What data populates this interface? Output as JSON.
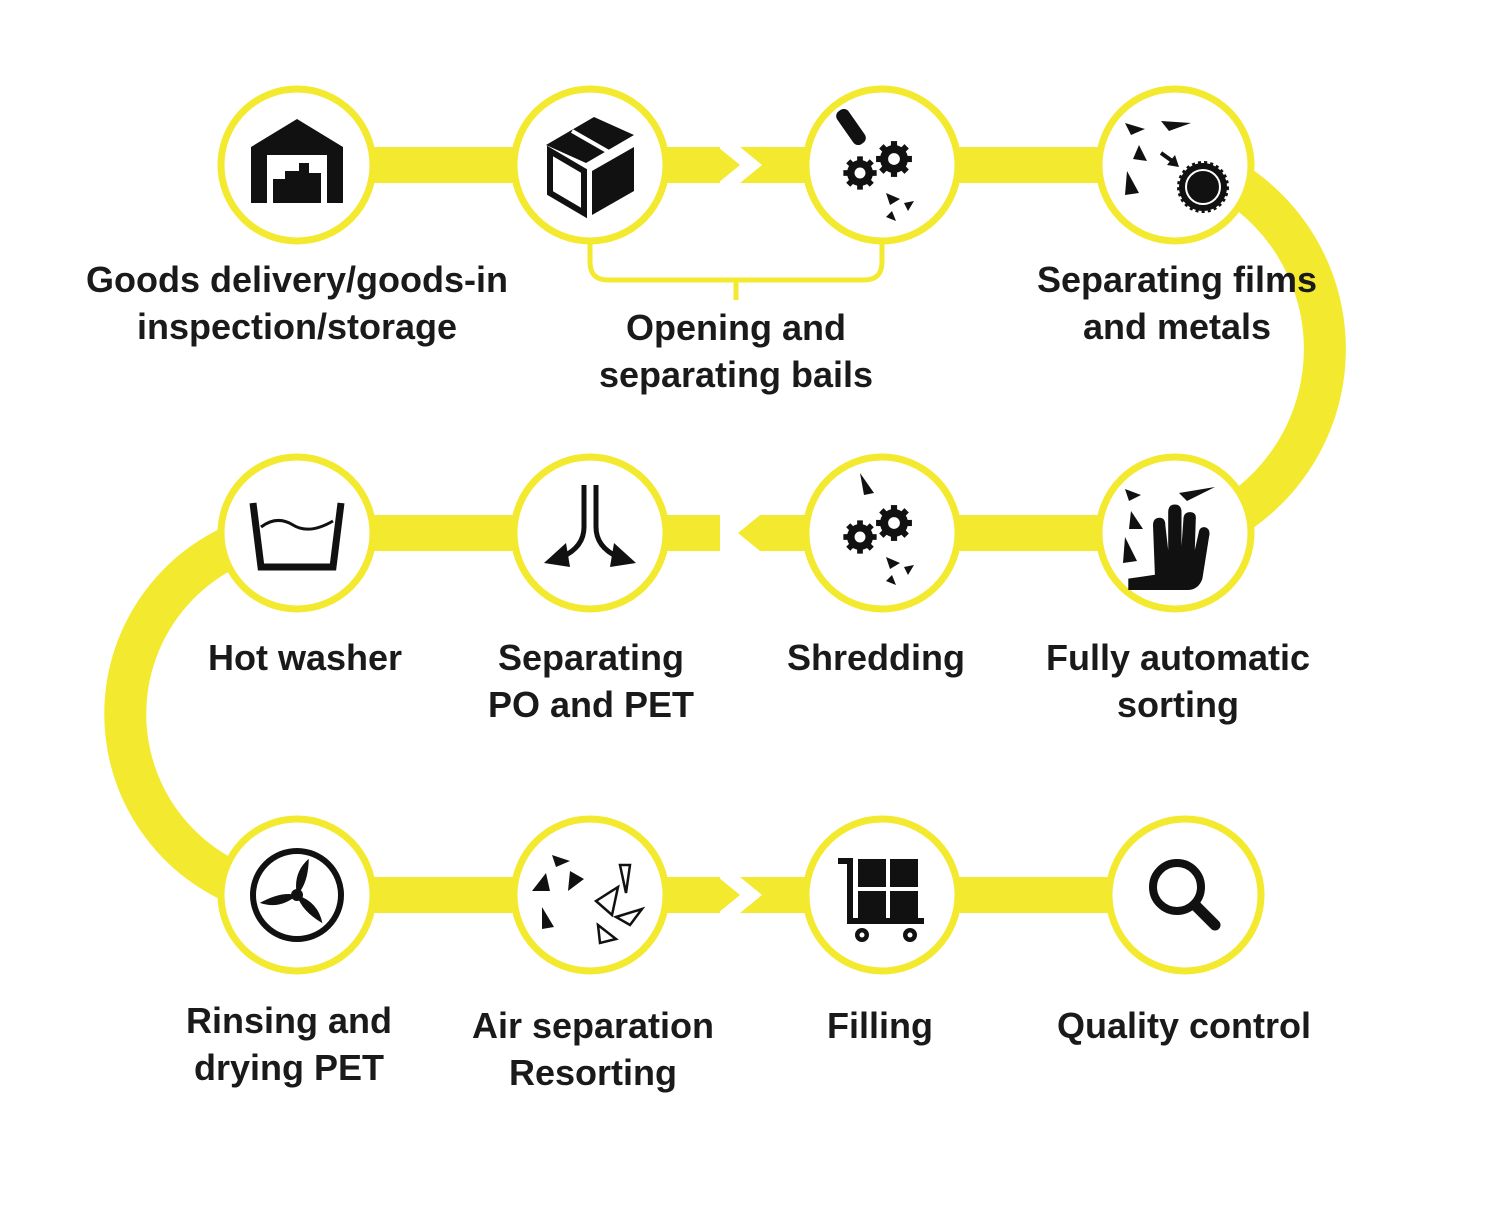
{
  "colors": {
    "path": "#F3E92E",
    "icon": "#111111",
    "text": "#1a1a1a",
    "node_fill": "#ffffff"
  },
  "steps": [
    {
      "icon": "warehouse-icon",
      "lines": [
        "Goods delivery/goods-in",
        "inspection/storage"
      ]
    },
    {
      "icon": "box-icon",
      "lines": []
    },
    {
      "icon": "bottle-gears-icon",
      "lines": []
    },
    {
      "icon": "films-metals-icon",
      "lines": [
        "Separating films",
        "and metals"
      ]
    },
    {
      "icon": "hand-sorting-icon",
      "lines": [
        "Fully automatic",
        "sorting"
      ]
    },
    {
      "icon": "gears-shredding-icon",
      "lines": [
        "Shredding"
      ]
    },
    {
      "icon": "split-arrows-icon",
      "lines": [
        "Separating",
        "PO and PET"
      ]
    },
    {
      "icon": "wash-basin-icon",
      "lines": [
        "Hot washer"
      ]
    },
    {
      "icon": "fan-icon",
      "lines": [
        "Rinsing and",
        "drying PET"
      ]
    },
    {
      "icon": "fragments-icon",
      "lines": [
        "Air separation",
        "Resorting"
      ]
    },
    {
      "icon": "cart-icon",
      "lines": [
        "Filling"
      ]
    },
    {
      "icon": "magnifier-icon",
      "lines": [
        "Quality control"
      ]
    }
  ],
  "group_label": {
    "lines": [
      "Opening and",
      "separating bails"
    ]
  }
}
